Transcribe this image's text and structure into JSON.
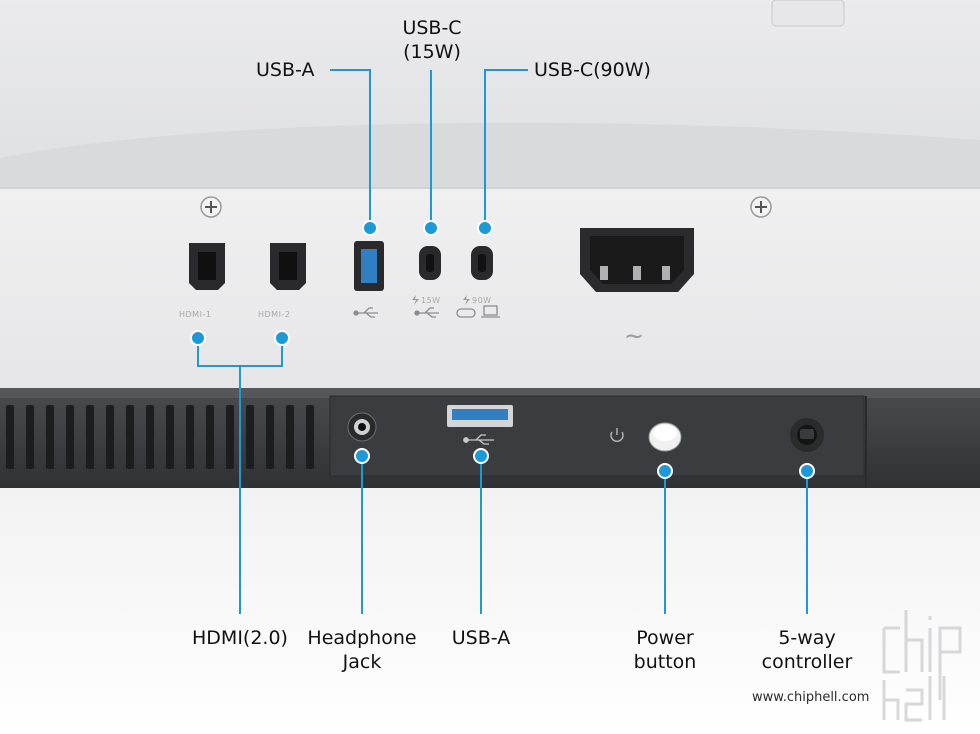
{
  "top_labels": {
    "usb_a": "USB-A",
    "usb_c_15w_line1": "USB-C",
    "usb_c_15w_line2": "(15W)",
    "usb_c_90w": "USB-C(90W)"
  },
  "bottom_labels": {
    "hdmi": "HDMI(2.0)",
    "headphone_line1": "Headphone",
    "headphone_line2": "Jack",
    "usb_a": "USB-A",
    "power_line1": "Power",
    "power_line2": "button",
    "controller_line1": "5-way",
    "controller_line2": "controller"
  },
  "port_markings": {
    "hdmi1": "HDMI-1",
    "hdmi2": "HDMI-2",
    "usbc15": "15W",
    "usbc90": "90W",
    "ac_symbol": "~"
  },
  "watermark": {
    "url": "www.chiphell.com",
    "logo_text": "chip hell"
  },
  "colors": {
    "callout": "#1c9ad6",
    "panel_light": "#ececee",
    "panel_upper": "#e2e3e5",
    "panel_dark": "#3b3d40",
    "port_dark": "#2a2a2c",
    "usb_blue": "#2f7fc2"
  }
}
